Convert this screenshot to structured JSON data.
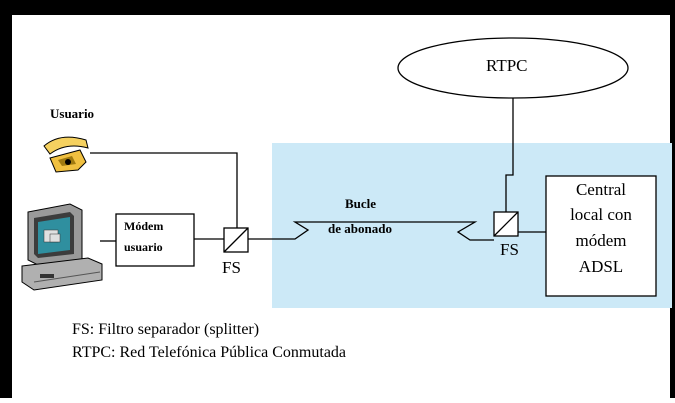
{
  "labels": {
    "usuario": "Usuario",
    "rtpc": "RTPC",
    "modem_user_line1": "Módem",
    "modem_user_line2": "usuario",
    "fs_left": "FS",
    "fs_right": "FS",
    "bucle_line1": "Bucle",
    "bucle_line2": "de abonado",
    "central_line1": "Central",
    "central_line2": "local con",
    "central_line3": "módem",
    "central_line4": "ADSL"
  },
  "legend": {
    "fs": "FS: Filtro separador (splitter)",
    "rtpc": "RTPC: Red Telefónica Pública Conmutada"
  },
  "icons": {
    "phone": "telephone-icon",
    "computer": "computer-icon"
  },
  "colors": {
    "frame": "#000000",
    "shaded_area": "#cce9f7",
    "phone": "#f0c040",
    "monitor": "#8a8a8a",
    "screen": "#2f8f9f"
  }
}
